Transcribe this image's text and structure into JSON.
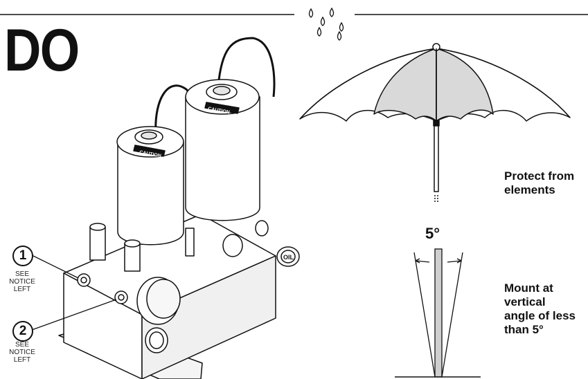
{
  "heading": "DO",
  "umbrella_caption": {
    "line1": "Protect from",
    "line2": "elements"
  },
  "angle": {
    "value": "5°",
    "caption_line1": "Mount at",
    "caption_line2": "vertical",
    "caption_line3": "angle of less",
    "caption_line4": "than 5°"
  },
  "callouts": [
    {
      "number": "1",
      "line1": "SEE",
      "line2": "NOTICE",
      "line3": "LEFT"
    },
    {
      "number": "2",
      "line1": "SEE",
      "line2": "NOTICE",
      "line3": "LEFT"
    }
  ],
  "pump_labels": {
    "caution": "CAUTION",
    "oil": "OIL"
  }
}
